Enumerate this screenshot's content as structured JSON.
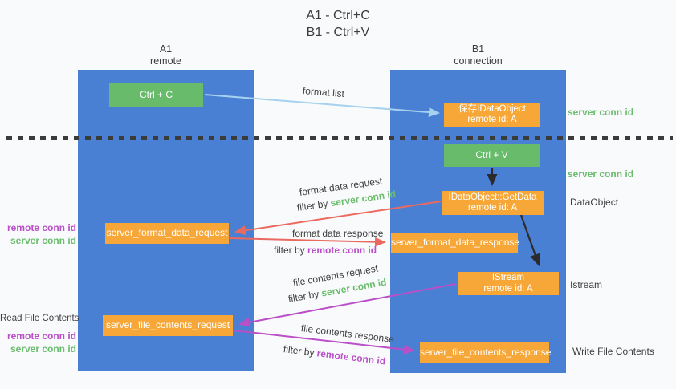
{
  "title": {
    "line1": "A1 - Ctrl+C",
    "line2": "B1 - Ctrl+V"
  },
  "lanes": {
    "a1": {
      "name": "A1",
      "subtitle": "remote"
    },
    "b1": {
      "name": "B1",
      "subtitle": "connection"
    }
  },
  "nodes": {
    "ctrl_c": {
      "label": "Ctrl + C"
    },
    "save_dataobject": {
      "line1": "保存IDataObject",
      "line2": "remote id: A"
    },
    "ctrl_v": {
      "label": "Ctrl + V"
    },
    "getdata": {
      "line1": "IDataObject::GetData",
      "line2": "remote id: A"
    },
    "format_request": {
      "label": "server_format_data_request"
    },
    "format_response": {
      "label": "server_format_data_response"
    },
    "istream": {
      "line1": "IStream",
      "line2": "remote id: A"
    },
    "file_request": {
      "label": "server_file_contents_request"
    },
    "file_response": {
      "label": "server_file_contents_response"
    }
  },
  "arrow_labels": {
    "format_list": "format list",
    "format_data_request": "format data request",
    "format_data_response": "format data response",
    "file_contents_request": "file contents request",
    "file_contents_response": "file contents response",
    "filter_by": "filter by",
    "server_conn_id": "server conn id",
    "remote_conn_id": "remote conn id"
  },
  "side_labels": {
    "server_conn_id_top": "server conn id",
    "server_conn_id_mid": "server conn id",
    "dataobject": "DataObject",
    "istream": "Istream",
    "read_file_contents": "Read File Contents",
    "write_file_contents": "Write File Contents",
    "remote_conn_id": "remote conn id",
    "server_conn_id": "server conn id"
  },
  "colors": {
    "lane_blue": "#4a80d4",
    "node_green": "#67bb6b",
    "node_orange": "#f7a737",
    "arrow_light_blue": "#a6d2ee",
    "arrow_red": "#ea6a60",
    "arrow_purple": "#ba4fc8",
    "arrow_black": "#2b2b2b",
    "text_green": "#69bd6c",
    "text_purple": "#ba4fc8",
    "text_dark": "#3f3f3f",
    "background": "#f9fafb"
  }
}
